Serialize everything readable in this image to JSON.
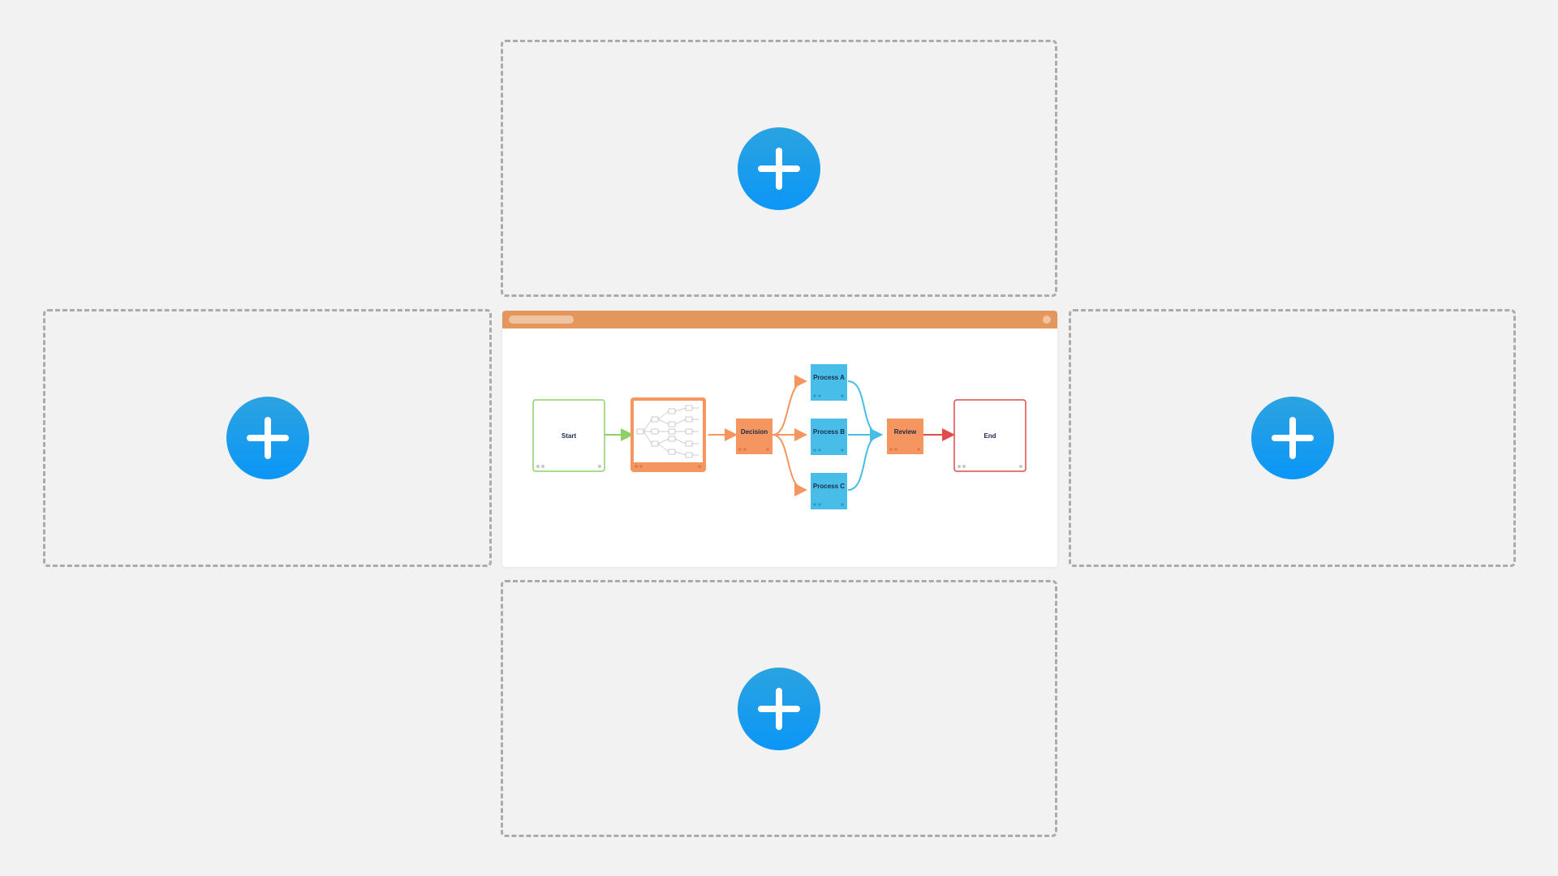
{
  "slots": [
    {
      "id": "top",
      "action_icon": "plus-icon"
    },
    {
      "id": "left",
      "action_icon": "plus-icon"
    },
    {
      "id": "right",
      "action_icon": "plus-icon"
    },
    {
      "id": "bottom",
      "action_icon": "plus-icon"
    }
  ],
  "colors": {
    "background": "#f2f2f2",
    "slot_border": "#ababab",
    "add_button": "#0b96f7",
    "header": "#e3975c",
    "start": "#8dd06a",
    "orange": "#f5955f",
    "blue": "#47bde8",
    "end": "#e04b4b"
  },
  "diagram": {
    "nodes": {
      "start": "Start",
      "decision": "Decision",
      "process_a": "Process A",
      "process_b": "Process B",
      "process_c": "Process C",
      "review": "Review",
      "end": "End"
    }
  }
}
